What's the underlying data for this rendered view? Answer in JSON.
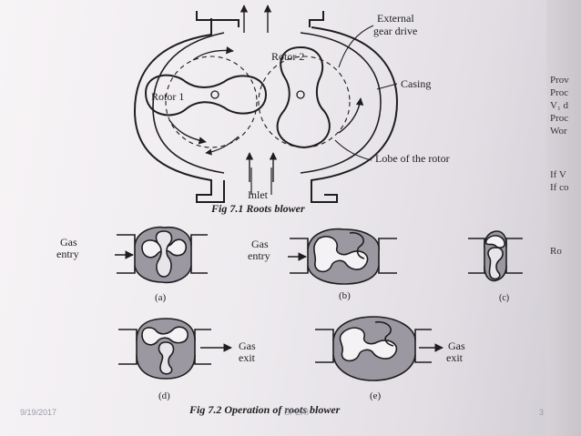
{
  "fig1": {
    "labels": {
      "external": "External",
      "gear_drive": "gear drive",
      "rotor1": "Rotor 1",
      "rotor2": "Rotor 2",
      "casing": "Casing",
      "lobe": "Lobe of the rotor",
      "inlet": "Inlet"
    },
    "caption": "Fig 7.1 Roots blower"
  },
  "fig2": {
    "gas_entry_line1": "Gas",
    "gas_entry_line2": "entry",
    "gas_exit_line1": "Gas",
    "gas_exit_line2": "exit",
    "panels": [
      "(a)",
      "(b)",
      "(c)",
      "(d)",
      "(e)"
    ],
    "caption": "Fig 7.2 Operation of roots blower"
  },
  "edge_text": [
    "Prov",
    "Proc",
    "V₁ d",
    "Proc",
    "Wor",
    "If V",
    "If co",
    "Ro"
  ],
  "footer": {
    "date": "9/19/2017",
    "source": "SPERI",
    "page": "3"
  }
}
